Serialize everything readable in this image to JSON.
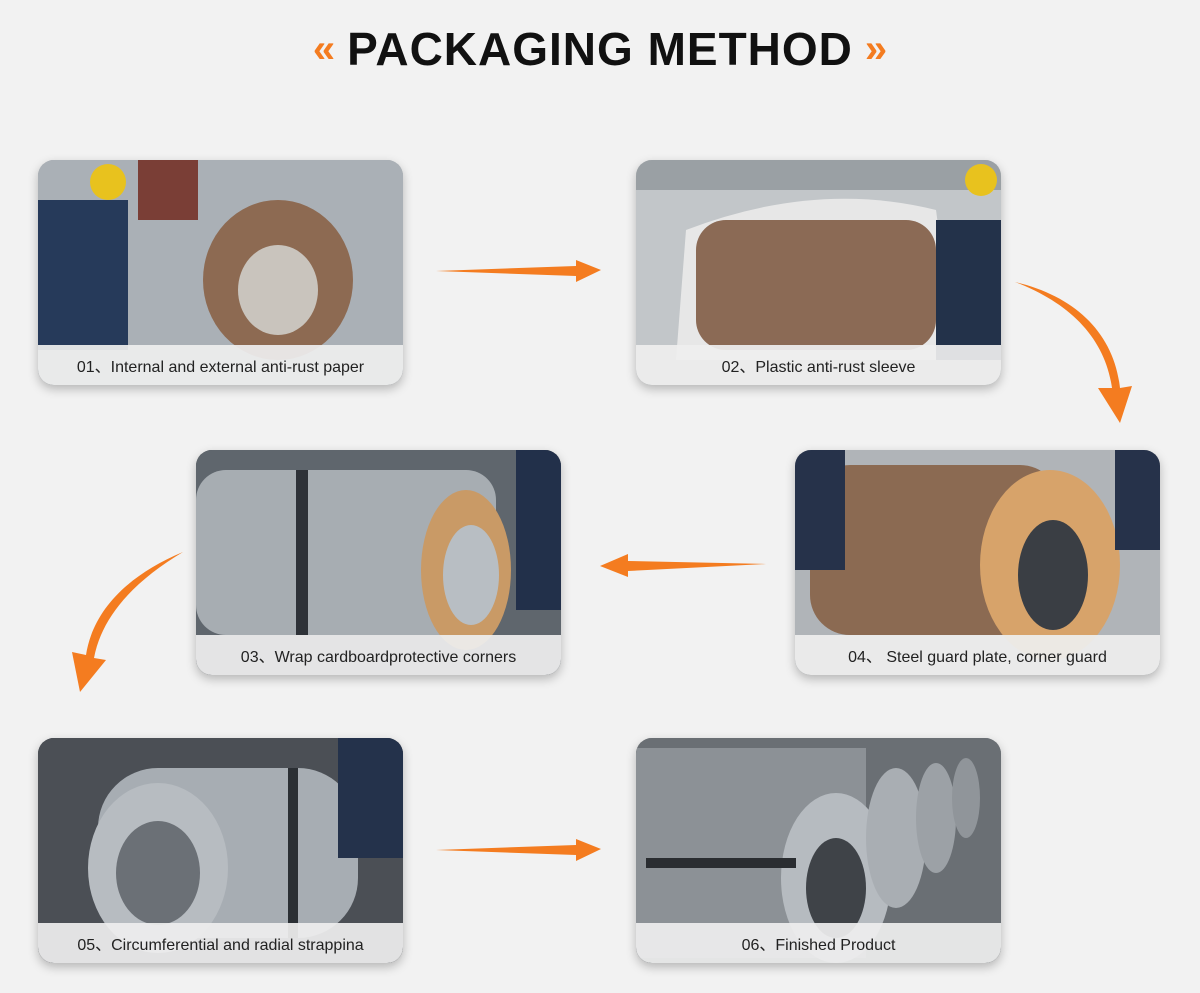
{
  "header": {
    "left_chevron": "«",
    "title": "PACKAGING METHOD",
    "right_chevron": "»"
  },
  "accent_color": "#f47c20",
  "steps": [
    {
      "caption": "01、Internal and external anti-rust paper"
    },
    {
      "caption": "02、Plastic anti-rust sleeve"
    },
    {
      "caption": "03、Wrap cardboardprotective corners"
    },
    {
      "caption": "04、 Steel guard plate, corner guard"
    },
    {
      "caption": "05、Circumferential and radial strappina"
    },
    {
      "caption": "06、Finished Product"
    }
  ]
}
